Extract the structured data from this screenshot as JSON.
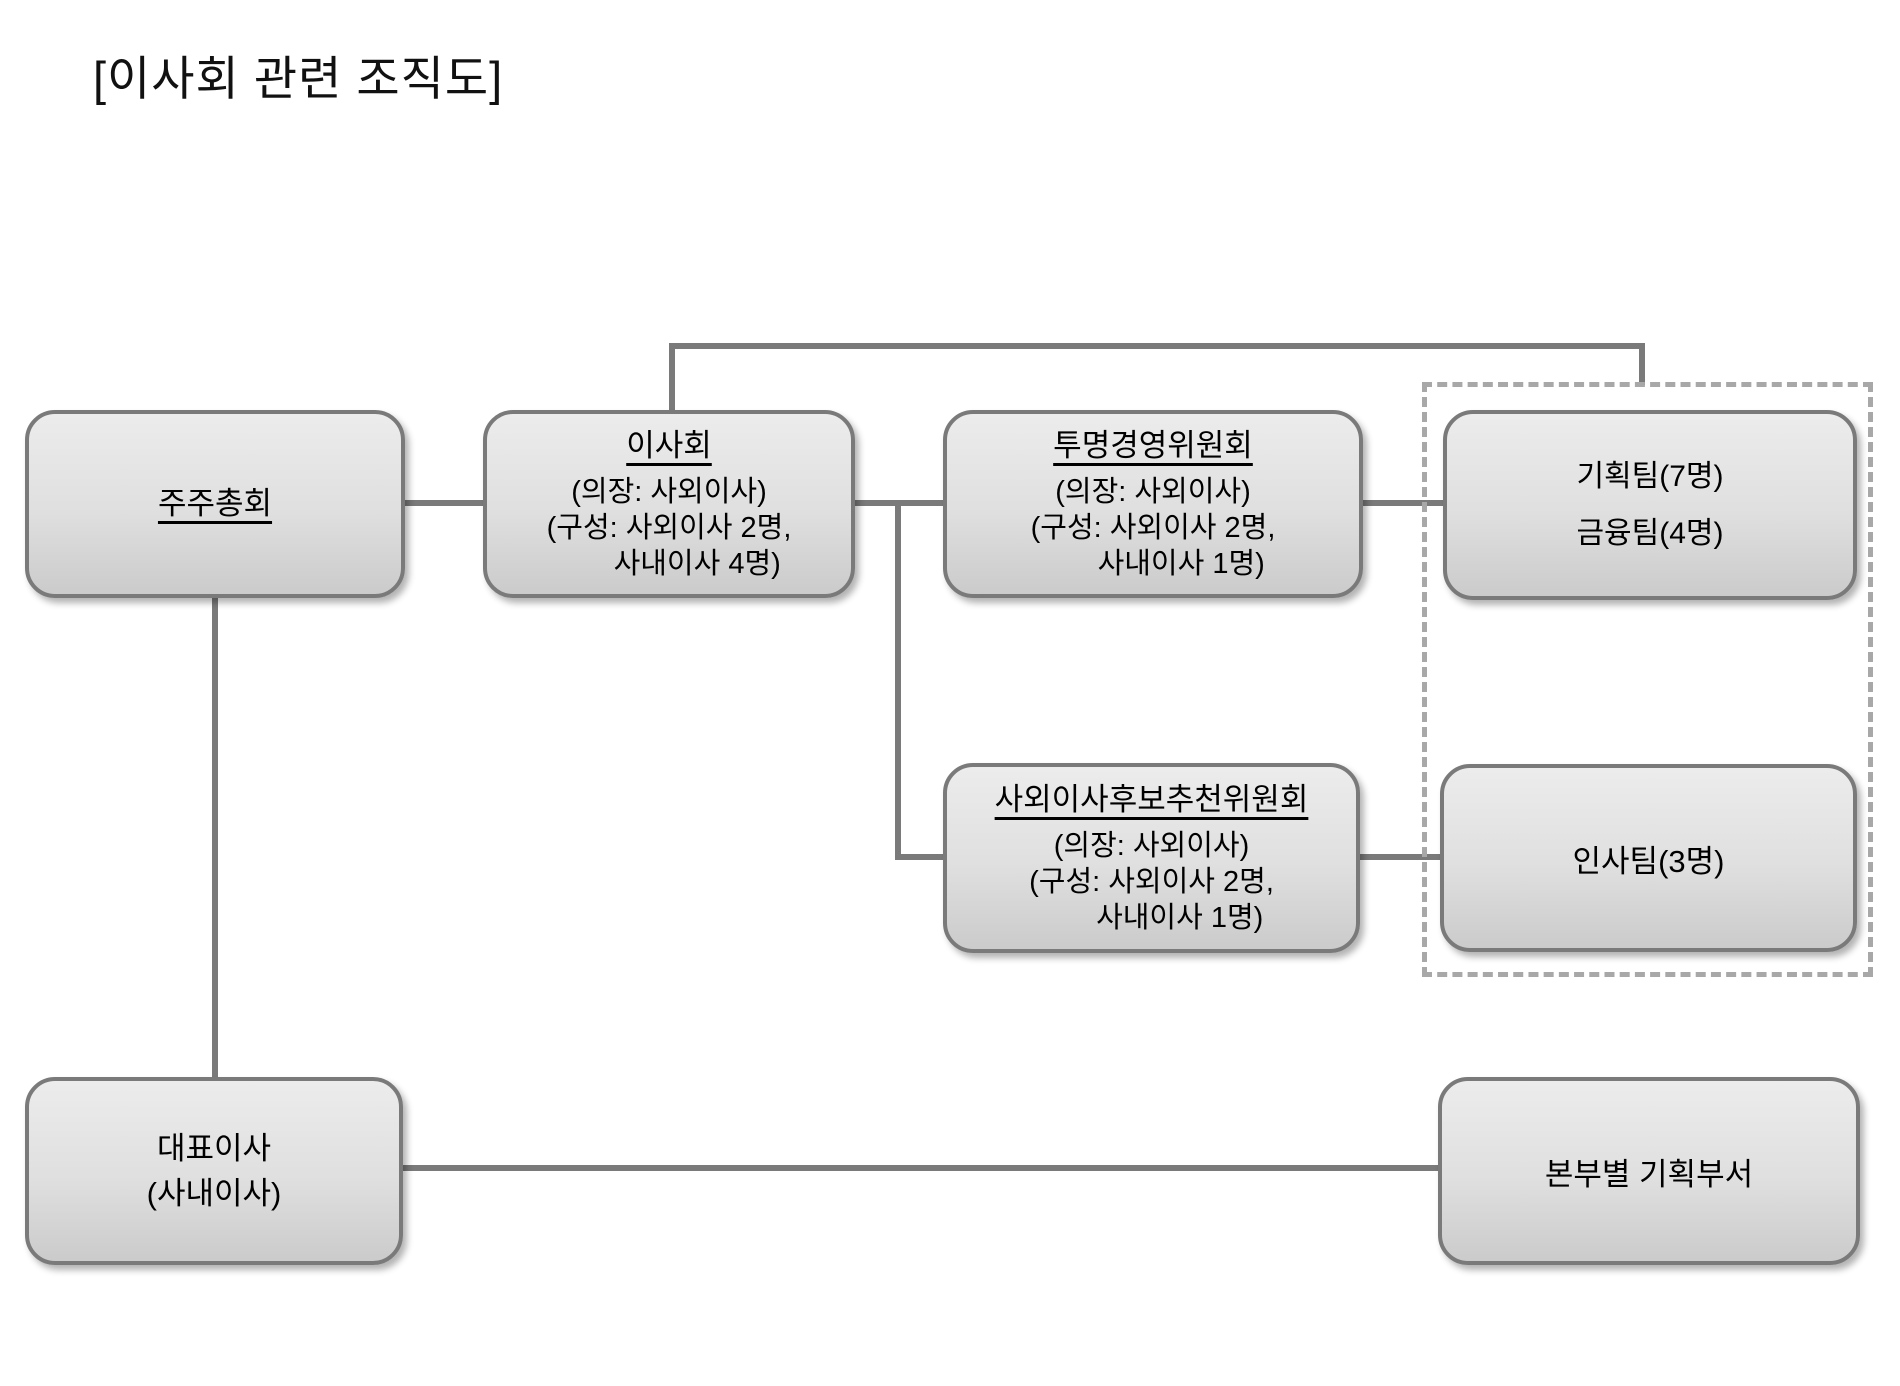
{
  "title": "[이사회 관련 조직도]",
  "colors": {
    "box_border": "#7a7a7a",
    "box_fill_top": "#ececec",
    "box_fill_bottom": "#cbcbcb",
    "connector_line": "#7a7a7a",
    "dashed_border": "#a8a8a8",
    "text": "#000000",
    "background": "#ffffff"
  },
  "boxes": {
    "shareholders": {
      "title": "주주총회"
    },
    "board": {
      "title": "이사회",
      "lines": [
        "(의장: 사외이사)",
        "(구성: 사외이사 2명,",
        "       사내이사 4명)"
      ]
    },
    "transparency_committee": {
      "title": "투명경영위원회",
      "lines": [
        "(의장: 사외이사)",
        "(구성: 사외이사 2명,",
        "       사내이사 1명)"
      ]
    },
    "planning_finance_teams": {
      "lines": [
        "기획팀(7명)",
        "금융팀(4명)"
      ]
    },
    "nomination_committee": {
      "title": "사외이사후보추천위원회",
      "lines": [
        "(의장: 사외이사)",
        "(구성: 사외이사 2명,",
        "       사내이사 1명)"
      ]
    },
    "hr_team": {
      "title": "인사팀(3명)"
    },
    "ceo": {
      "lines": [
        "대표이사",
        "(사내이사)"
      ]
    },
    "hq_planning": {
      "title": "본부별 기획부서"
    }
  }
}
